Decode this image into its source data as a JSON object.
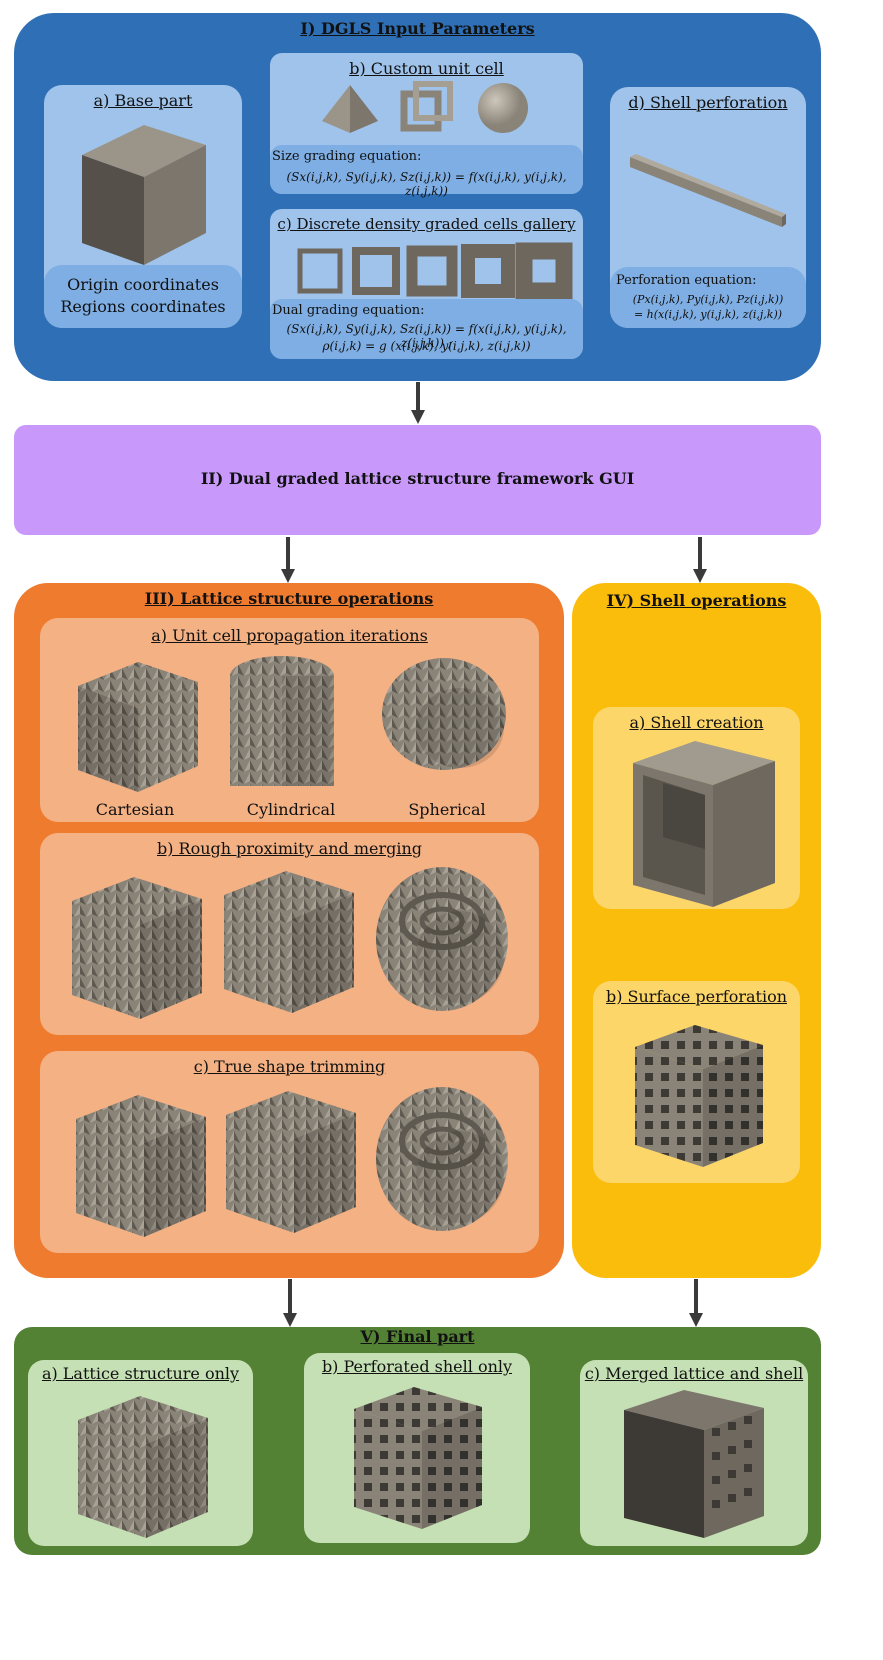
{
  "colors": {
    "blue": "#2f6fb5",
    "blue_inner": "#9fc3ea",
    "blue_band": "#7eaee3",
    "purple": "#c899fb",
    "orange": "#ef7b2f",
    "orange_inner": "#f4b183",
    "yellow": "#fbbd0b",
    "yellow_inner": "#fdd66a",
    "green": "#548235",
    "green_inner": "#c5e0b4",
    "grey_dark": "#555049",
    "grey_mid": "#7d766c",
    "grey_light": "#9b9589",
    "arrow": "#3a3a3a"
  },
  "section1": {
    "title": "I) DGLS Input Parameters",
    "base_part": {
      "title": "a) Base part",
      "line1": "Origin coordinates",
      "line2": "Regions coordinates"
    },
    "custom_cell": {
      "title": "b) Custom unit cell",
      "eq_label": "Size grading equation:",
      "eq": "(Sx(i,j,k), Sy(i,j,k), Sz(i,j,k)) = f(x(i,j,k), y(i,j,k), z(i,j,k))"
    },
    "gallery": {
      "title": "c) Discrete density graded cells gallery",
      "eq_label": "Dual grading equation:",
      "eq1": "(Sx(i,j,k), Sy(i,j,k), Sz(i,j,k)) = f(x(i,j,k), y(i,j,k), z(i,j,k)) ;",
      "eq2": "ρ(i,j,k) = g (x(i,j,k), y(i,j,k), z(i,j,k))"
    },
    "perforation": {
      "title": "d) Shell perforation",
      "eq_label": "Perforation equation:",
      "eq1": "(Px(i,j,k), Py(i,j,k), Pz(i,j,k))",
      "eq2": "= h(x(i,j,k), y(i,j,k), z(i,j,k))"
    }
  },
  "section2": {
    "title": "II) Dual graded lattice structure framework GUI"
  },
  "section3": {
    "title": "III) Lattice structure operations",
    "a": {
      "title": "a) Unit cell propagation iterations",
      "captions": [
        "Cartesian",
        "Cylindrical",
        "Spherical"
      ]
    },
    "b": {
      "title": "b) Rough proximity and merging"
    },
    "c": {
      "title": "c) True shape trimming"
    }
  },
  "section4": {
    "title": "IV) Shell operations",
    "a": {
      "title": "a) Shell creation"
    },
    "b": {
      "title": "b) Surface perforation"
    }
  },
  "section5": {
    "title": "V) Final part",
    "a": {
      "title": "a) Lattice structure only"
    },
    "b": {
      "title": "b) Perforated shell only"
    },
    "c": {
      "title": "c) Merged lattice and shell"
    }
  }
}
